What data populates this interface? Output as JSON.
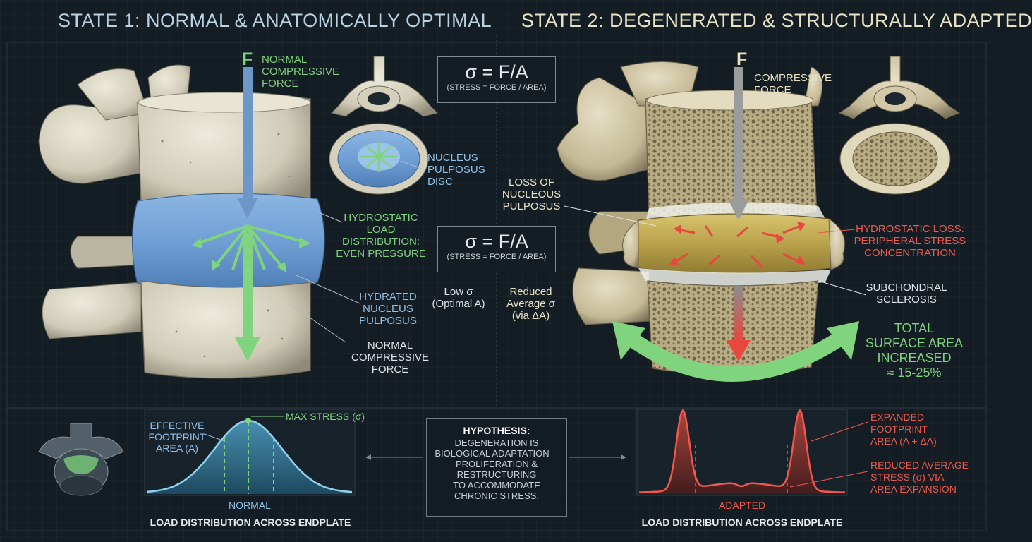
{
  "state1": {
    "title": "STATE 1: NORMAL & ANATOMICALLY OPTIMAL",
    "force_symbol": "F",
    "force_label": "NORMAL\nCOMPRESSIVE\nFORCE",
    "disc_label": "NUCLEUS\nPULPOSUS\nDISC",
    "hydrostatic_label": "HYDROSTATIC\nLOAD\nDISTRIBUTION:\nEVEN PRESSURE",
    "hydrated_label": "HYDRATED\nNUCLEUS\nPULPOSUS",
    "normal_force_label": "NORMAL\nCOMPRESSIVE\nFORCE",
    "max_stress_label": "MAX STRESS (σ)",
    "footprint_label": "EFFECTIVE\nFOOTPRINT\nAREA (A)",
    "chart_label": "NORMAL",
    "chart_caption": "LOAD DISTRIBUTION ACROSS ENDPLATE"
  },
  "state2": {
    "title": "STATE 2: DEGENERATED & STRUCTURALLY ADAPTED",
    "force_symbol": "F",
    "force_label": "COMPRESSIVE\nFORCE",
    "loss_label": "LOSS OF\nNUCLEOUS\nPULPOSUS",
    "hydrostatic_loss_label": "HYDROSTATIC LOSS:\nPERIPHERAL STRESS\nCONCENTRATION",
    "sclerosis_label": "SUBCHONDRAL\nSCLEROSIS",
    "surface_area_label": "TOTAL\nSURFACE AREA\nINCREASED\n≈ 15-25%",
    "expanded_label": "EXPANDED\nFOOTPRINT\nAREA (A + ΔA)",
    "reduced_label": "REDUCED AVERAGE\nSTRESS (σ) VIA\nAREA EXPANSION",
    "chart_label": "ADAPTED",
    "chart_caption": "LOAD DISTRIBUTION ACROSS ENDPLATE"
  },
  "formula_top": {
    "main": "σ = F/A",
    "sub": "(STRESS = FORCE / AREA)"
  },
  "formula_mid": {
    "main": "σ = F/A",
    "sub": "(STRESS = FORCE / AREA)"
  },
  "compare": {
    "left": "Low σ\n(Optimal A)",
    "right": "Reduced\nAverage σ\n(via ΔA)"
  },
  "hypothesis": {
    "title": "HYPOTHESIS:",
    "body": "DEGENERATION IS\nBIOLOGICAL ADAPTATION—\nPROLIFERATION &\nRESTRUCTURING\nTO ACCOMMODATE\nCHRONIC STRESS."
  },
  "colors": {
    "background": "#141d23",
    "bone": "#d9d6c4",
    "disc_blue": "#7fa8d6",
    "green_arrow": "#7fd47d",
    "red_stress": "#f0584e",
    "degenerated_disc": "#c9b45a",
    "title_left": "#b9d3e3",
    "title_right": "#e9e2c4"
  }
}
